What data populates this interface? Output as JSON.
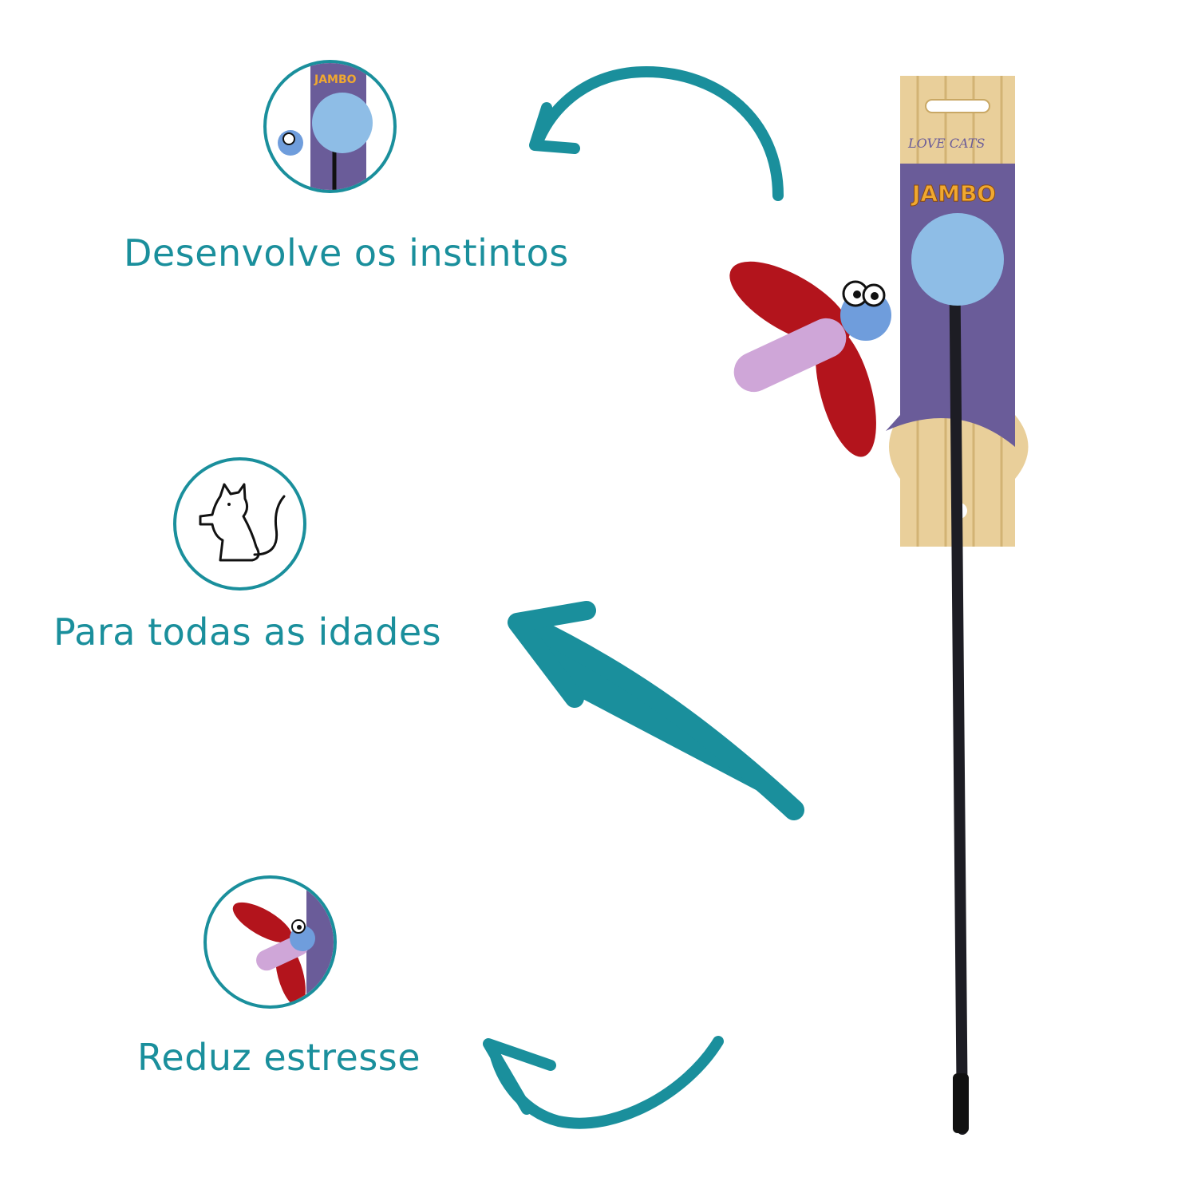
{
  "features": [
    {
      "label": "Desenvolve os instintos",
      "icon": "toy-ball-closeup-icon"
    },
    {
      "label": "Para todas as idades",
      "icon": "sitting-cat-icon"
    },
    {
      "label": "Reduz estresse",
      "icon": "dragonfly-closeup-icon"
    }
  ],
  "product": {
    "brand": "JAMBO",
    "line": "LOVE CATS",
    "colors": {
      "accent": "#1a8f9c",
      "card_wood": "#e9cf9a",
      "card_purple": "#6a5c99",
      "ball": "#8ebde6",
      "wing": "#b3141c",
      "body": "#cfa6d8"
    }
  }
}
